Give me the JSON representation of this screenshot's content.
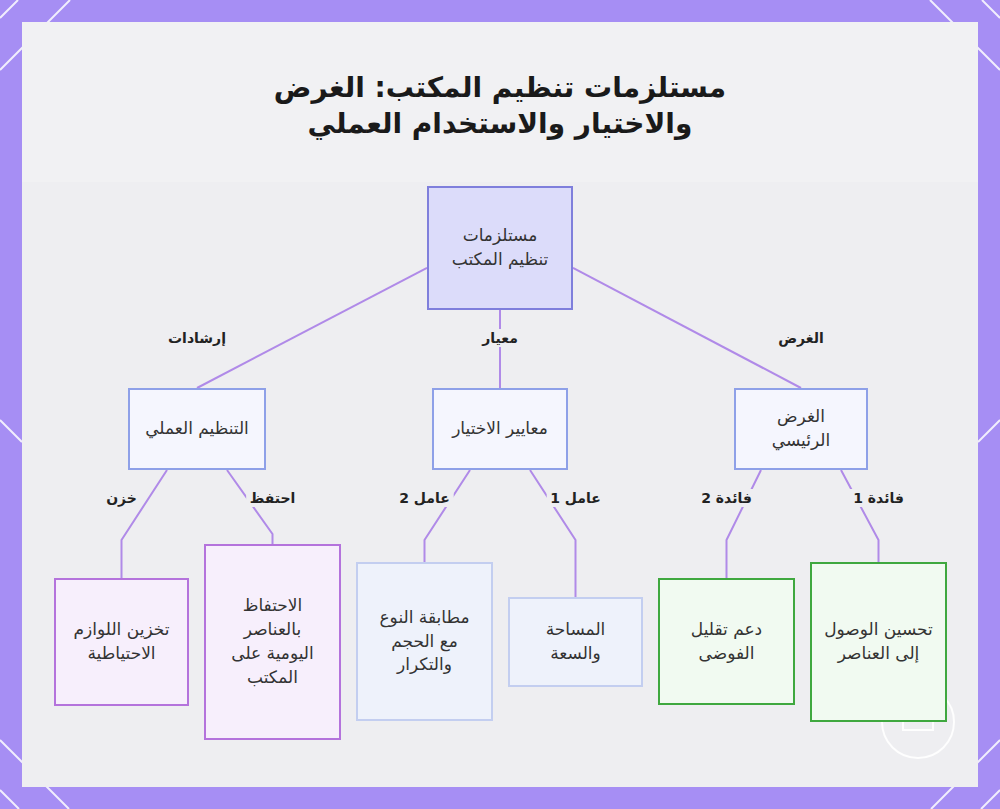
{
  "diagram": {
    "title": "مستلزمات تنظيم المكتب: الغرض والاختيار والاستخدام العملي",
    "nodes": [
      {
        "text": [
          "مستلزمات تنظيم المكتب"
        ]
      },
      {
        "text": [
          "الغرض الرئيسي"
        ]
      },
      {
        "text": [
          "معايير الاختيار"
        ]
      },
      {
        "text": [
          "التنظيم العملي"
        ]
      },
      {
        "text": [
          "تحسين الوصول إلى العناصر"
        ]
      },
      {
        "text": [
          "دعم تقليل الفوضى"
        ]
      },
      {
        "text": [
          "المساحة والسعة"
        ]
      },
      {
        "text": [
          "مطابقة النوع مع الحجم والتكرار"
        ]
      },
      {
        "text": [
          "الاحتفاظ بالعناصر اليومية على المكتب"
        ]
      },
      {
        "text": [
          "تخزين اللوازم الاحتياطية"
        ]
      }
    ],
    "edges": [
      {
        "from": 0,
        "to": 1,
        "label": "الغرض",
        "arrow": "none"
      },
      {
        "from": 0,
        "to": 2,
        "label": "معيار",
        "arrow": "none"
      },
      {
        "from": 0,
        "to": 3,
        "label": "إرشادات",
        "arrow": "none"
      },
      {
        "from": 1,
        "to": 4,
        "label": "فائدة 1",
        "arrow": "none"
      },
      {
        "from": 1,
        "to": 5,
        "label": "فائدة 2",
        "arrow": "none"
      },
      {
        "from": 2,
        "to": 6,
        "label": "عامل 1",
        "arrow": "none"
      },
      {
        "from": 2,
        "to": 7,
        "label": "عامل 2",
        "arrow": "none"
      },
      {
        "from": 3,
        "to": 8,
        "label": "احتفظ",
        "arrow": "none"
      },
      {
        "from": 3,
        "to": 9,
        "label": "خزن",
        "arrow": "none"
      }
    ]
  }
}
